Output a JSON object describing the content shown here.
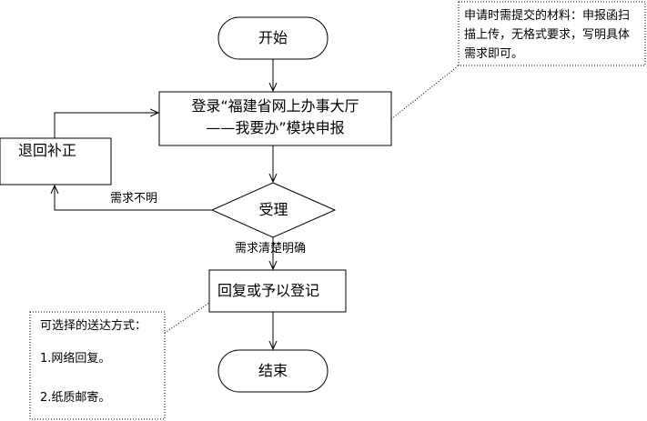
{
  "nodes": {
    "start": "开始",
    "login_line1": "登录“福建省网上办事大厅",
    "login_line2": "——我要办”模块申报",
    "return": "退回补正",
    "accept": "受理",
    "reply": "回复或予以登记",
    "end": "结束"
  },
  "edges": {
    "unclear": "需求不明",
    "clear": "需求清楚明确"
  },
  "notes": {
    "materials": "申请时需提交的材料：申报函扫描上传，无格式要求，写明具体需求即可。",
    "delivery_title": "可选择的送达方式：",
    "delivery_1": "1.网络回复。",
    "delivery_2": "2.纸质邮寄。"
  }
}
